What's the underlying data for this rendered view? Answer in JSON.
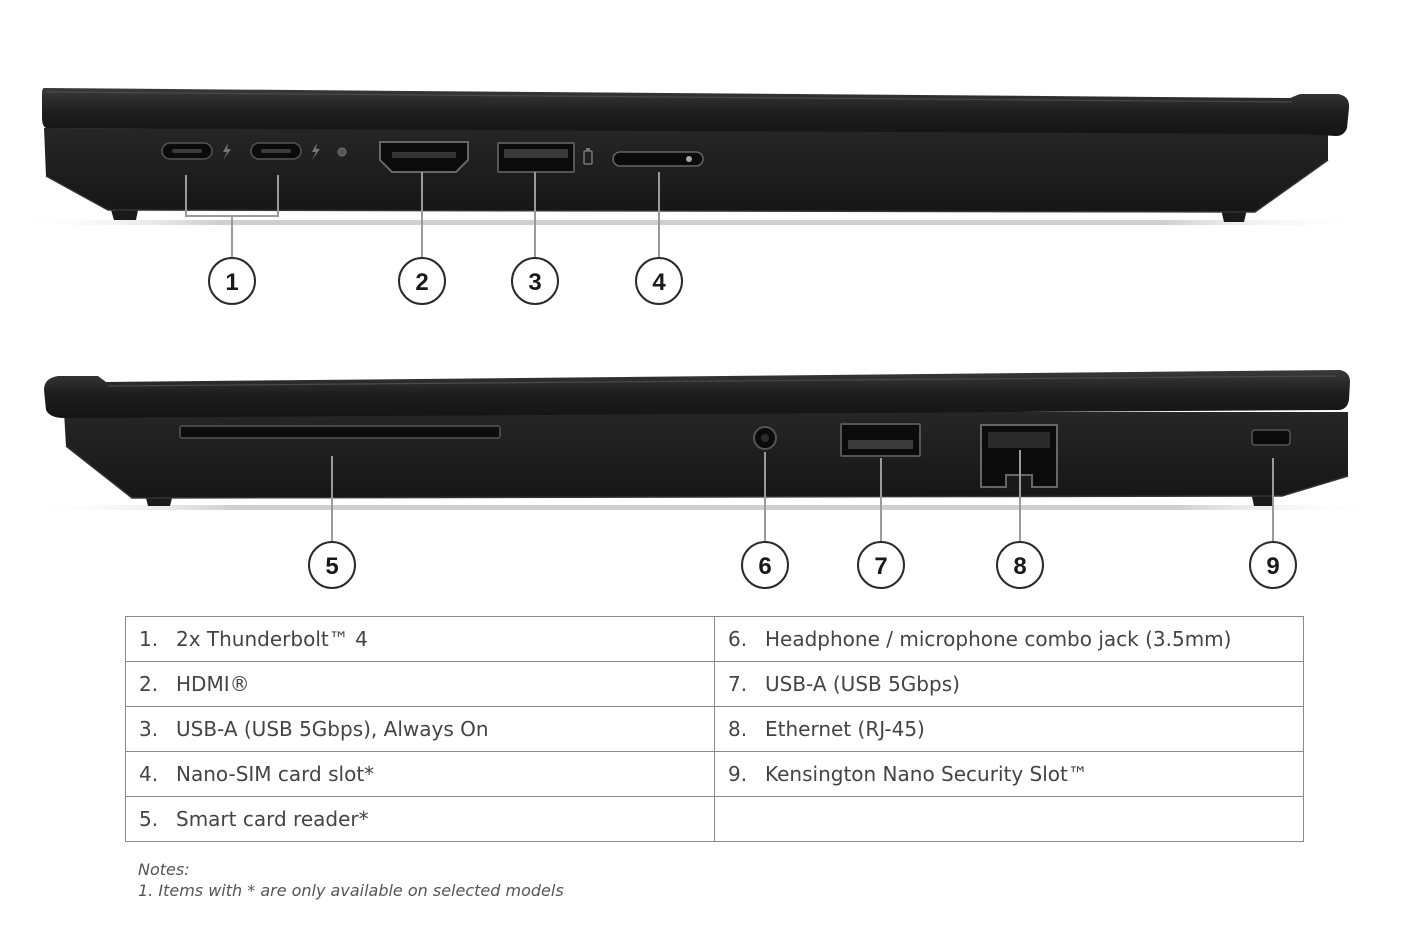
{
  "callouts": [
    "1",
    "2",
    "3",
    "4",
    "5",
    "6",
    "7",
    "8",
    "9"
  ],
  "ports_table": {
    "rows": [
      {
        "left": {
          "num": "1.",
          "label": "2x Thunderbolt™ 4"
        },
        "right": {
          "num": "6.",
          "label": "Headphone / microphone combo jack (3.5mm)"
        }
      },
      {
        "left": {
          "num": "2.",
          "label": "HDMI®"
        },
        "right": {
          "num": "7.",
          "label": "USB-A (USB 5Gbps)"
        }
      },
      {
        "left": {
          "num": "3.",
          "label": "USB-A (USB 5Gbps), Always On"
        },
        "right": {
          "num": "8.",
          "label": "Ethernet (RJ-45)"
        }
      },
      {
        "left": {
          "num": "4.",
          "label": "Nano-SIM card slot*"
        },
        "right": {
          "num": "9.",
          "label": "Kensington Nano Security Slot™"
        }
      },
      {
        "left": {
          "num": "5.",
          "label": "Smart card reader*"
        },
        "right": {
          "num": "",
          "label": ""
        }
      }
    ]
  },
  "notes": {
    "heading": "Notes:",
    "line1": "1. Items with * are only available on selected models"
  },
  "colors": {
    "chassis": "#1c1c1c",
    "chassis_edge": "#2b2b2b",
    "callout_stroke": "#2a2a2a",
    "table_border": "#8a8a8a",
    "text": "#444444"
  }
}
